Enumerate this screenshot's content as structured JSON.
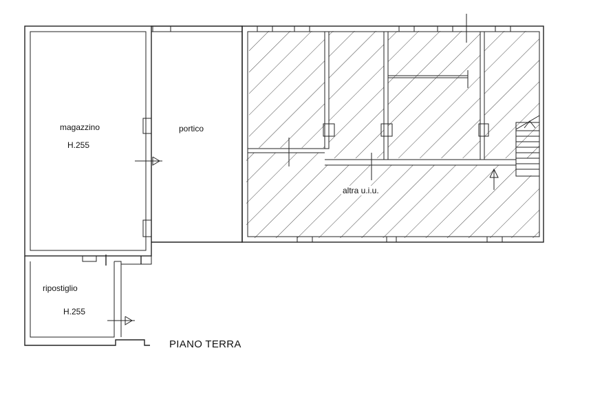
{
  "rooms": {
    "magazzino": {
      "name": "magazzino",
      "height": "H.255"
    },
    "portico": {
      "name": "portico"
    },
    "altra": {
      "name": "altra u.i.u."
    },
    "ripostiglio": {
      "name": "ripostiglio",
      "height": "H.255"
    }
  },
  "floor_title": "PIANO TERRA",
  "colors": {
    "line": "#222222",
    "background": "#ffffff"
  }
}
